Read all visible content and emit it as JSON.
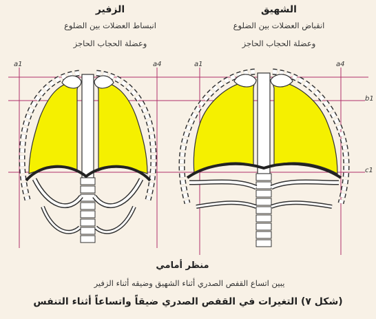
{
  "left_panel": {
    "title": "الزفير",
    "line1": "انبساط العضلات بين الضلوع",
    "line2": "وعضلة الحجاب الحاجز"
  },
  "right_panel": {
    "title": "الشهيق",
    "line1": "انقباض العضلات بين الضلوع",
    "line2": "وعضلة الحجاب الحاجز"
  },
  "markers": {
    "left_a1": "a1",
    "left_a4": "a4",
    "right_a1": "a1",
    "right_a4": "a4",
    "b1": "b1",
    "c1": "c1"
  },
  "view_label": "منظر أمامي",
  "description": "يبين اتساع القفص الصدري أثناء الشهيق وضيقه أثناء الزفير",
  "caption": "(شكل ٧) التغيرات في القفص الصدري ضيقاً واتساعاً أثناء التنفس",
  "colors": {
    "background": "#f8f1e6",
    "lung": "#f5f000",
    "guide_line": "#b0306a",
    "bone": "#ffffff",
    "diaphragm": "#222222"
  }
}
